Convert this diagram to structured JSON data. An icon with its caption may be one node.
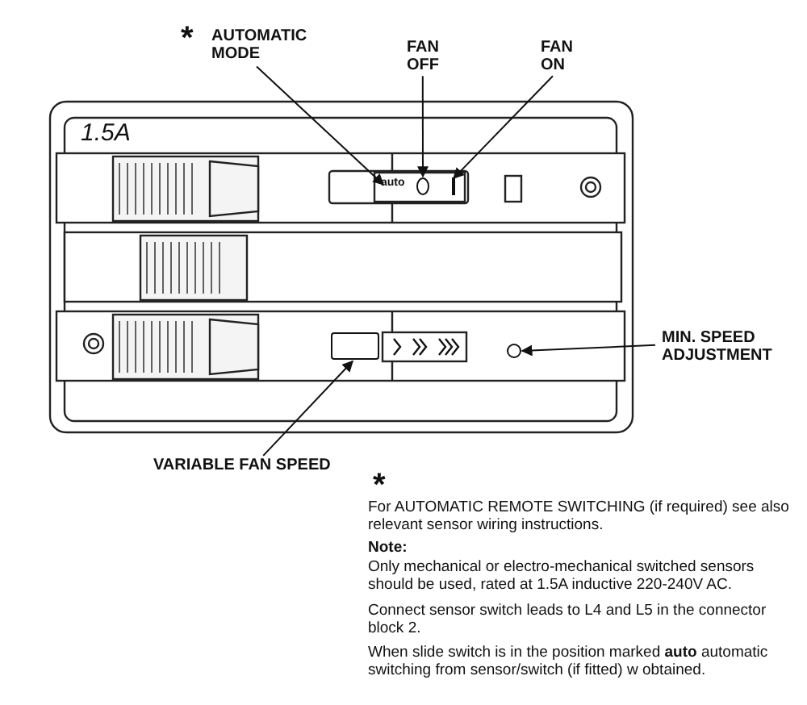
{
  "diagram": {
    "nodes": [
      {
        "text": [
          "AUTOMATIC MODE"
        ]
      },
      {
        "text": [
          "FAN OFF"
        ]
      },
      {
        "text": [
          "FAN ON"
        ]
      },
      {
        "text": [
          "auto"
        ]
      },
      {
        "text": [],
        "shape": "circle"
      },
      {
        "text": [],
        "shape": "bar"
      },
      {
        "text": [
          "VARIABLE FAN SPEED"
        ]
      },
      {
        "text": [],
        "shape": "box"
      },
      {
        "text": [
          "MIN. SPEED ADJUSTMENT"
        ]
      },
      {
        "text": [],
        "shape": "circle"
      }
    ],
    "edges": [
      {
        "from": 0,
        "to": 3,
        "arrow": "to"
      },
      {
        "from": 1,
        "to": 4,
        "arrow": "to"
      },
      {
        "from": 2,
        "to": 5,
        "arrow": "to"
      },
      {
        "from": 6,
        "to": 7,
        "arrow": "to"
      },
      {
        "from": 8,
        "to": 9,
        "arrow": "to"
      }
    ],
    "labels": [
      "*",
      "1.5A",
      "*",
      "For AUTOMATIC REMOTE SWITCHING (if required) see also relevant sensor wiring instructions.",
      "Note:",
      "Only mechanical or electro-mechanical switched sensors should be used, rated at 1.5A inductive 220-240V AC.",
      "Connect sensor switch leads to L4 and L5 in the connector block 2.",
      "When slide switch is in the position marked **auto** automatic switching from sensor/switch (if fitted) w obtained."
    ]
  }
}
